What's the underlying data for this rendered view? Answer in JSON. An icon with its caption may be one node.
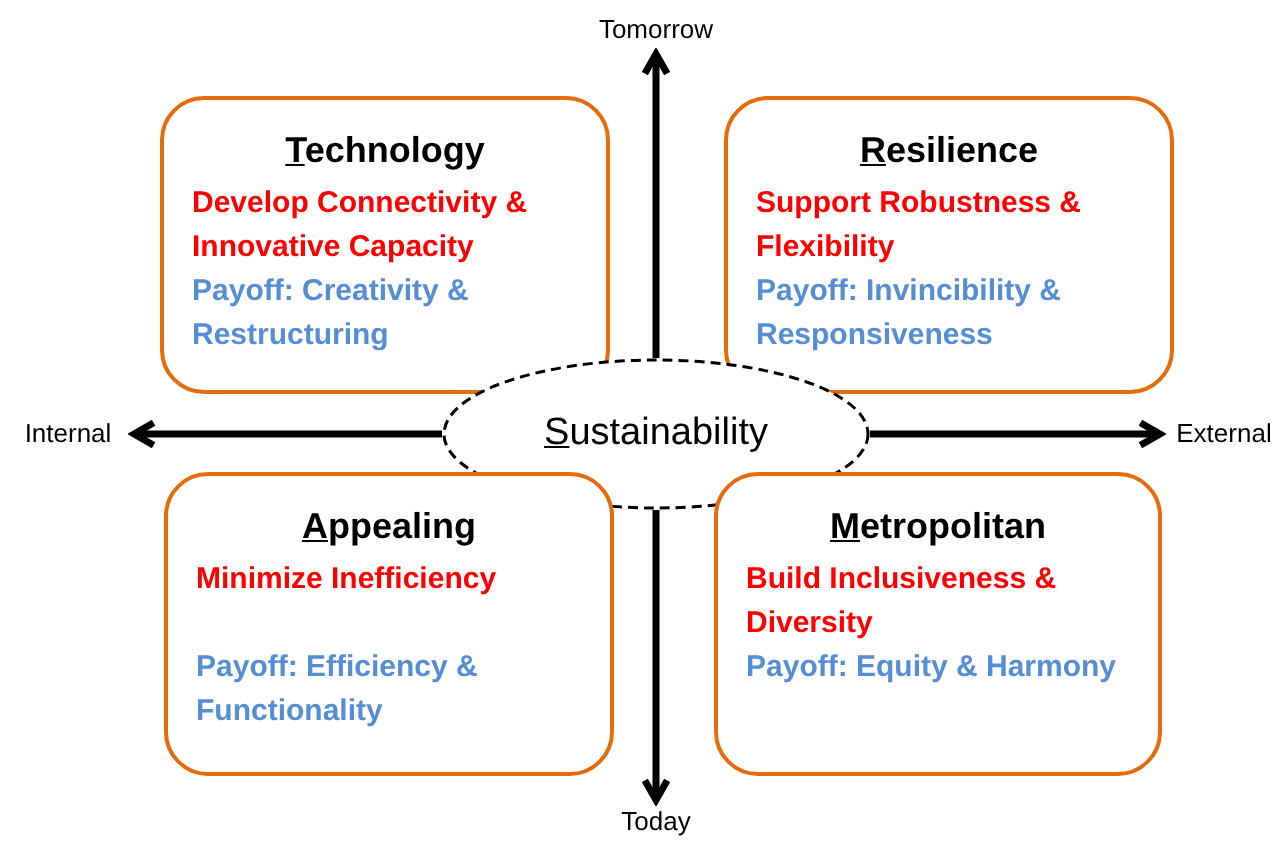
{
  "diagram": {
    "nodes": [
      {
        "text": [
          "Technology",
          "Develop Connectivity & Innovative Capacity",
          "Payoff: Creativity & Restructuring"
        ]
      },
      {
        "text": [
          "Resilience",
          "Support Robustness & Flexibility",
          "Payoff: Invincibility & Responsiveness"
        ]
      },
      {
        "text": [
          "Sustainability"
        ]
      },
      {
        "text": [
          "Appealing",
          "Minimize Inefficiency",
          "Payoff: Efficiency & Functionality"
        ]
      },
      {
        "text": [
          "Metropolitan",
          "Build Inclusiveness & Diversity",
          "Payoff: Equity & Harmony"
        ]
      },
      {
        "text": [
          "Tomorrow"
        ]
      },
      {
        "text": [
          "Internal"
        ]
      },
      {
        "text": [
          "External"
        ]
      },
      {
        "text": [
          "Today"
        ]
      }
    ],
    "edges": [
      {
        "from": 2,
        "to": 5,
        "arrow": "to"
      },
      {
        "from": 2,
        "to": 6,
        "arrow": "to"
      },
      {
        "from": 2,
        "to": 7,
        "arrow": "to"
      },
      {
        "from": 2,
        "to": 8,
        "arrow": "to"
      }
    ]
  }
}
